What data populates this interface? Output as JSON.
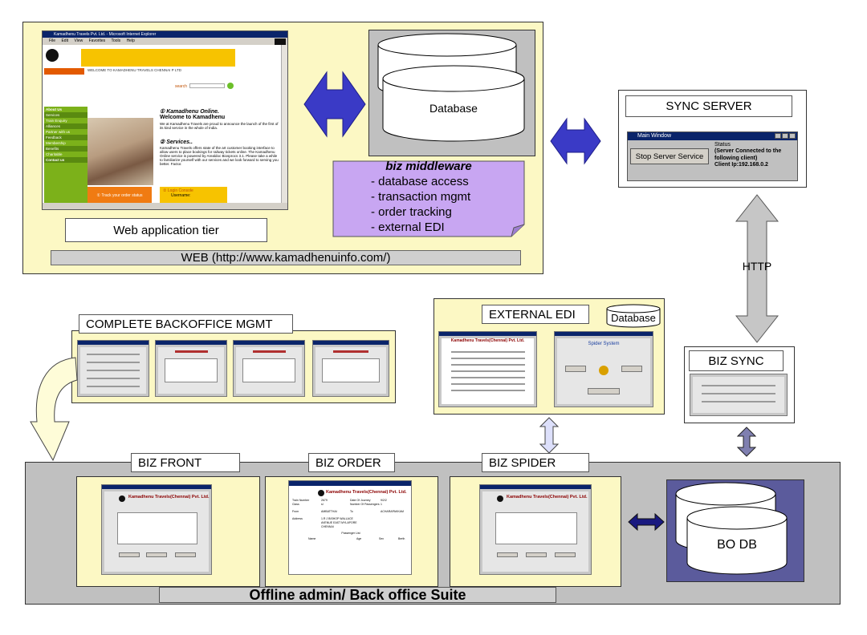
{
  "web_tier": {
    "browser_title": "Kamadhenu Travels Pvt. Ltd. - Microsoft Internet Explorer",
    "browser_menu": [
      "File",
      "Edit",
      "View",
      "Favorites",
      "Tools",
      "Help"
    ],
    "site_welcome": "WELCOME TO KAMADHENU TRAVELS CHENNAI P LTD",
    "site_search_label": "search",
    "site_nav": [
      "About Us",
      "Services",
      "Train Enquiry",
      "Alliances",
      "Partner with us",
      "Feedback",
      "Membership",
      "Benefits",
      "Charitable",
      "Contact us"
    ],
    "site_online_heading": "Kamadhenu Online.",
    "site_welcome_heading": "Welcome to Kamadhenu",
    "site_intro_text": "We at Kamadhenu Travels are proud to announce the launch of the first of its kind service in the whole of India.",
    "site_services_heading": "Services..",
    "site_services_text": "Kamadhenu Travels offers state of the art customer booking interface to allow users to place bookings for railway tickets online. The Kamadhenu Online service is powered by Arealdoc Biosprocs 3.1. Please take a while to familiarize yourself with our services and we look forward to serving you better. Factor.",
    "site_track_label": "Track your order status",
    "site_login_label": "Login Console",
    "site_username_label": "Username:",
    "caption": "Web application tier",
    "url_banner": "WEB (http://www.kamadhenuinfo.com/)"
  },
  "databases": {
    "back_label": "Database",
    "front_label": "Database"
  },
  "middleware": {
    "title": "biz middleware",
    "items": [
      "-  database access",
      "-  transaction mgmt",
      "-  order tracking",
      "-  external EDI"
    ]
  },
  "sync_server": {
    "title": "SYNC SERVER",
    "window_title": "Main Window",
    "stop_button": "Stop Server Service",
    "status_label": "Status",
    "status_text": "(Server Connected to the following client)\nClient Ip:192.168.0.2"
  },
  "http_label": "HTTP",
  "backoffice": {
    "title": "COMPLETE BACKOFFICE MGMT"
  },
  "external_edi": {
    "title": "EXTERNAL EDI",
    "database_label": "Database",
    "left_window_title": "Kamadhenu Travels(Chennai) Pvt. Ltd.",
    "right_window_title": "Spider System"
  },
  "biz_sync": {
    "title": "BIZ SYNC"
  },
  "suite": {
    "biz_front": "BIZ FRONT",
    "biz_order": "BIZ ORDER",
    "biz_spider": "BIZ SPIDER",
    "bo_db": "BO DB",
    "footer": "Offline admin/ Back office Suite",
    "front_window_title": "Kamadhenu Travels(Chennai) Pvt. Ltd.",
    "order_window_title": "Kamadhenu Travels(Chennai) Pvt. Ltd.",
    "spider_window_title": "Kamadhenu Travels(Chennai) Pvt. Ltd.",
    "order_fields": [
      [
        "Train Number",
        "2679",
        "Date Of Journey",
        "9/2/2"
      ],
      [
        "Class",
        "sl",
        "Number Of Passengers",
        "1"
      ],
      [
        "From",
        "AMBATTHAI",
        "To",
        "ACHARAPAKKAM"
      ],
      [
        "Address",
        "1.R J BISHOP WALLACE AVENUE EAST MYLAPORE CHENNAI",
        "",
        ""
      ]
    ],
    "order_passenger_list": "Passenger List",
    "order_passenger_headers": [
      "Name",
      "Age",
      "Sex",
      "Berth"
    ]
  }
}
